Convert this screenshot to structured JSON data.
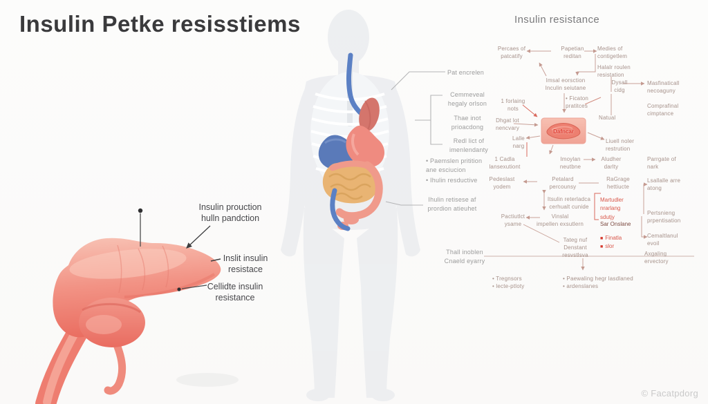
{
  "page": {
    "title": "Insulin Petke resisstiems",
    "watermark": "© Facatpdorg"
  },
  "colors": {
    "background": "#fbfaf9",
    "title_text": "#3a3a3c",
    "diagram_text": "#a6918a",
    "body_label_text": "#9b9b9b",
    "connector_salmon": "#c9a198",
    "red_accent": "#d9564a",
    "organ_salmon": "#ee7265",
    "organ_blue": "#5a7ab9",
    "organ_tan": "#e9b473"
  },
  "figure": {
    "labels": [
      "Insulin prouction\nhulln pandction",
      "Inslit insulin\nresistace",
      "Cellidte insulin\nresistance"
    ]
  },
  "body_labels": {
    "items": [
      "Pat encrelen",
      "Cemmeveal\nhegaly orlson",
      "Thae inot\nprioacdong",
      "Redl lict of\nimenlendanty",
      "• Paemslen pritition\nane esciucion",
      "• Ihulin resductive",
      "Ihulin retisese af\nprordion atieuhet",
      "Thall inoblen\nCnaeld eyarry"
    ]
  },
  "flow": {
    "title": "Insulin resistance",
    "center_box": {
      "label": "Dafncar"
    },
    "nodes": [
      "Percaes of\npatcatify",
      "Papetian\nreditan",
      "Medies of\ncontigetlem",
      "Halalr roulen\nresistation",
      "Imsal eorsction\nInculin seiutane",
      "Dysall\ncidg",
      "Masfinaticall\nnecoaguny",
      "1 forlaing\nnots",
      "• Ficaton\npratitces",
      "Comprafinal\ncimptance",
      "Dhgat lot\nnencvary",
      "Lalle\nnarg",
      "Liuell noler\nrestrution",
      "1 Cadla\nlansexutiont",
      "Imoylan\nneutbne",
      "Aludher\ndarlty",
      "Parrgate of\nnark",
      "Pedeslast\nyodem",
      "Petalard\npercounsy",
      "RaGrage\nhettiucte",
      "Lsallalle arre\natong",
      "Itsulin reterladca\ncerhualt cunide",
      "Pactiutlct\nysame",
      "Vinslal\nimpellen exsutlern",
      "Pertsnieng\nprpentisation",
      "Tateg nuf\nDenstant\nresvstlsva",
      "Cemaltlanul\nevoil",
      "Axgaling\nervectory",
      "Natual"
    ],
    "red": {
      "title": "Martudler\nnrarlang\nsdutjy",
      "list_title": "Sar Onslane",
      "bullet_icon": "■",
      "items": [
        "Finatla",
        "slor"
      ]
    },
    "footnotes": [
      "• Tregnsors\n• lecte-ptloty",
      "• Paewaling hegr lasdlaned\n• ardenslanes"
    ]
  }
}
